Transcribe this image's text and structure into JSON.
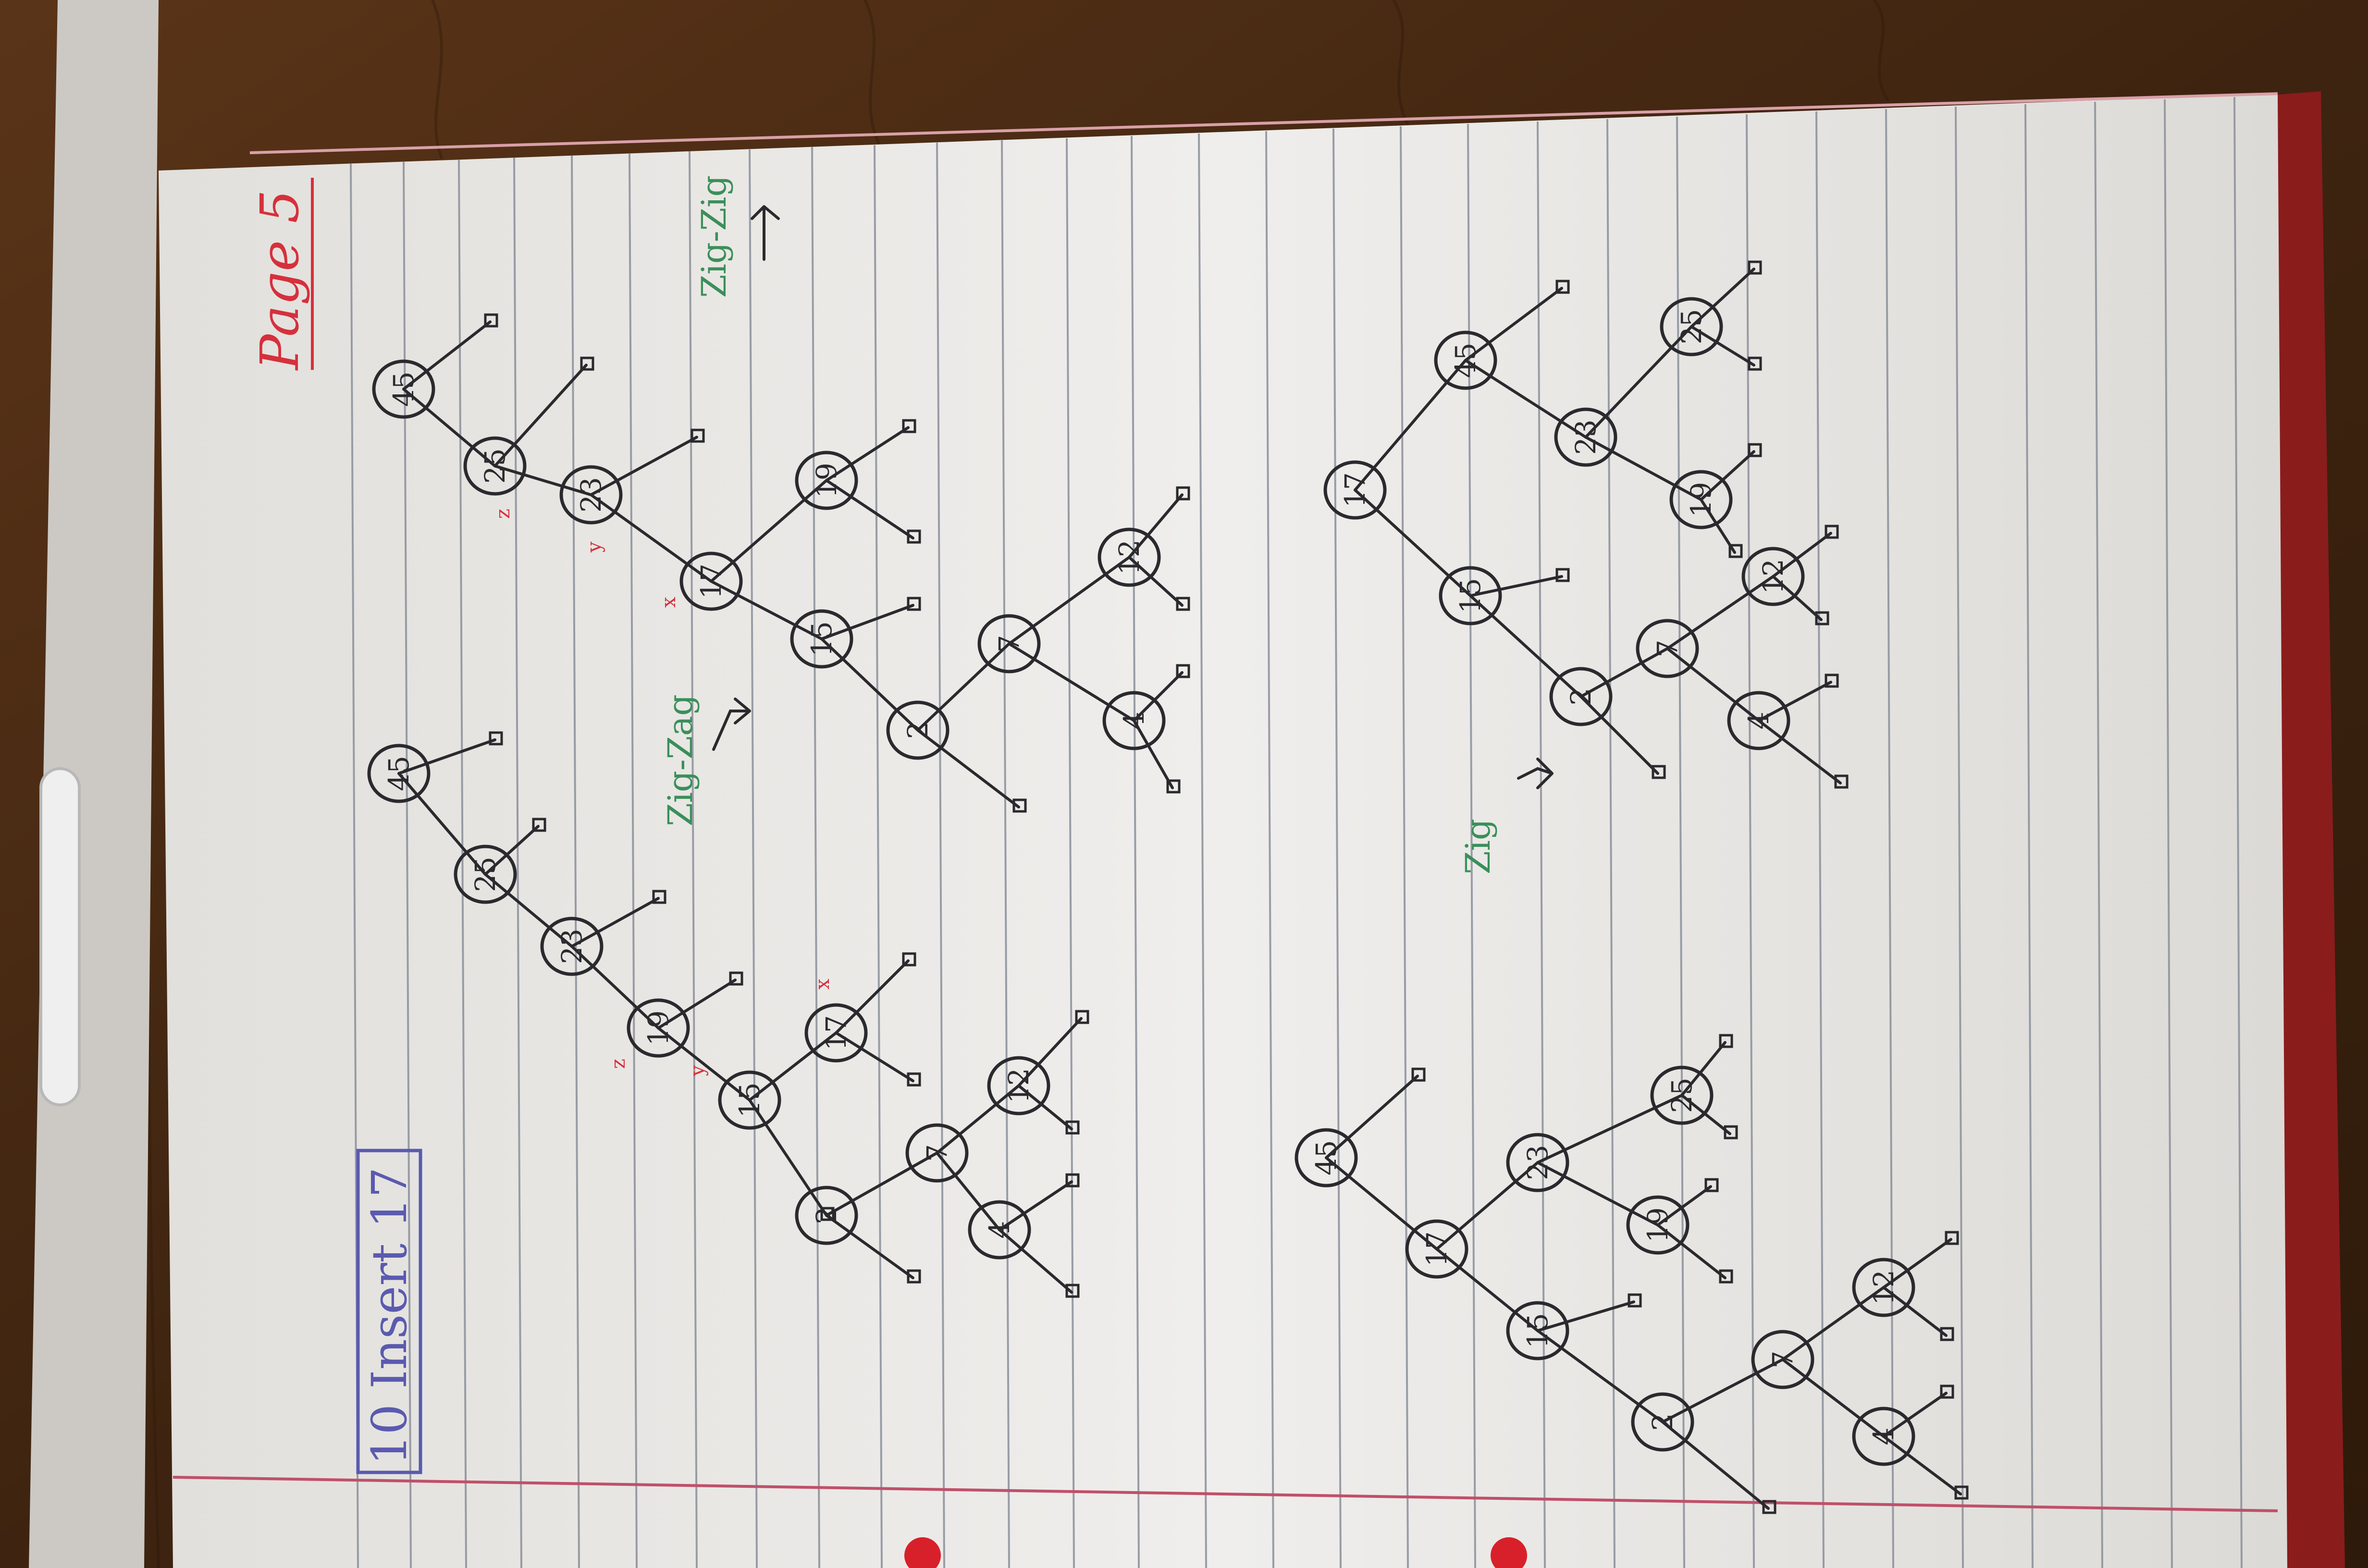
{
  "header": {
    "page_label": "Page 5",
    "box_label": "10 Insert 17"
  },
  "annotations": {
    "zig_zag": "Zig-Zag",
    "zig_zig": "Zig-Zig",
    "zig": "Zig",
    "marker_x": "x",
    "marker_y": "y",
    "marker_z": "z"
  },
  "trees": {
    "tree1": [
      "45",
      "25",
      "23",
      "19",
      "15",
      "17",
      "2",
      "7",
      "4",
      "12"
    ],
    "tree2": [
      "45",
      "25",
      "23",
      "17",
      "15",
      "19",
      "2",
      "7",
      "4",
      "12"
    ],
    "tree3": [
      "17",
      "15",
      "45",
      "23",
      "25",
      "19",
      "2",
      "7",
      "4",
      "12"
    ],
    "tree4": [
      "45",
      "17",
      "23",
      "15",
      "25",
      "19",
      "2",
      "7",
      "4",
      "12"
    ]
  },
  "colors": {
    "desk": "#4a2c14",
    "paper": "#eeedeb",
    "rule_line": "#8a8f9a",
    "margin_line": "#c0506a",
    "pencil": "#2a2a2e",
    "red_ink": "#d6303c",
    "green_ink": "#3a8f5a",
    "blue_ink": "#5a5ab0",
    "punch_dot": "#d8202a"
  }
}
